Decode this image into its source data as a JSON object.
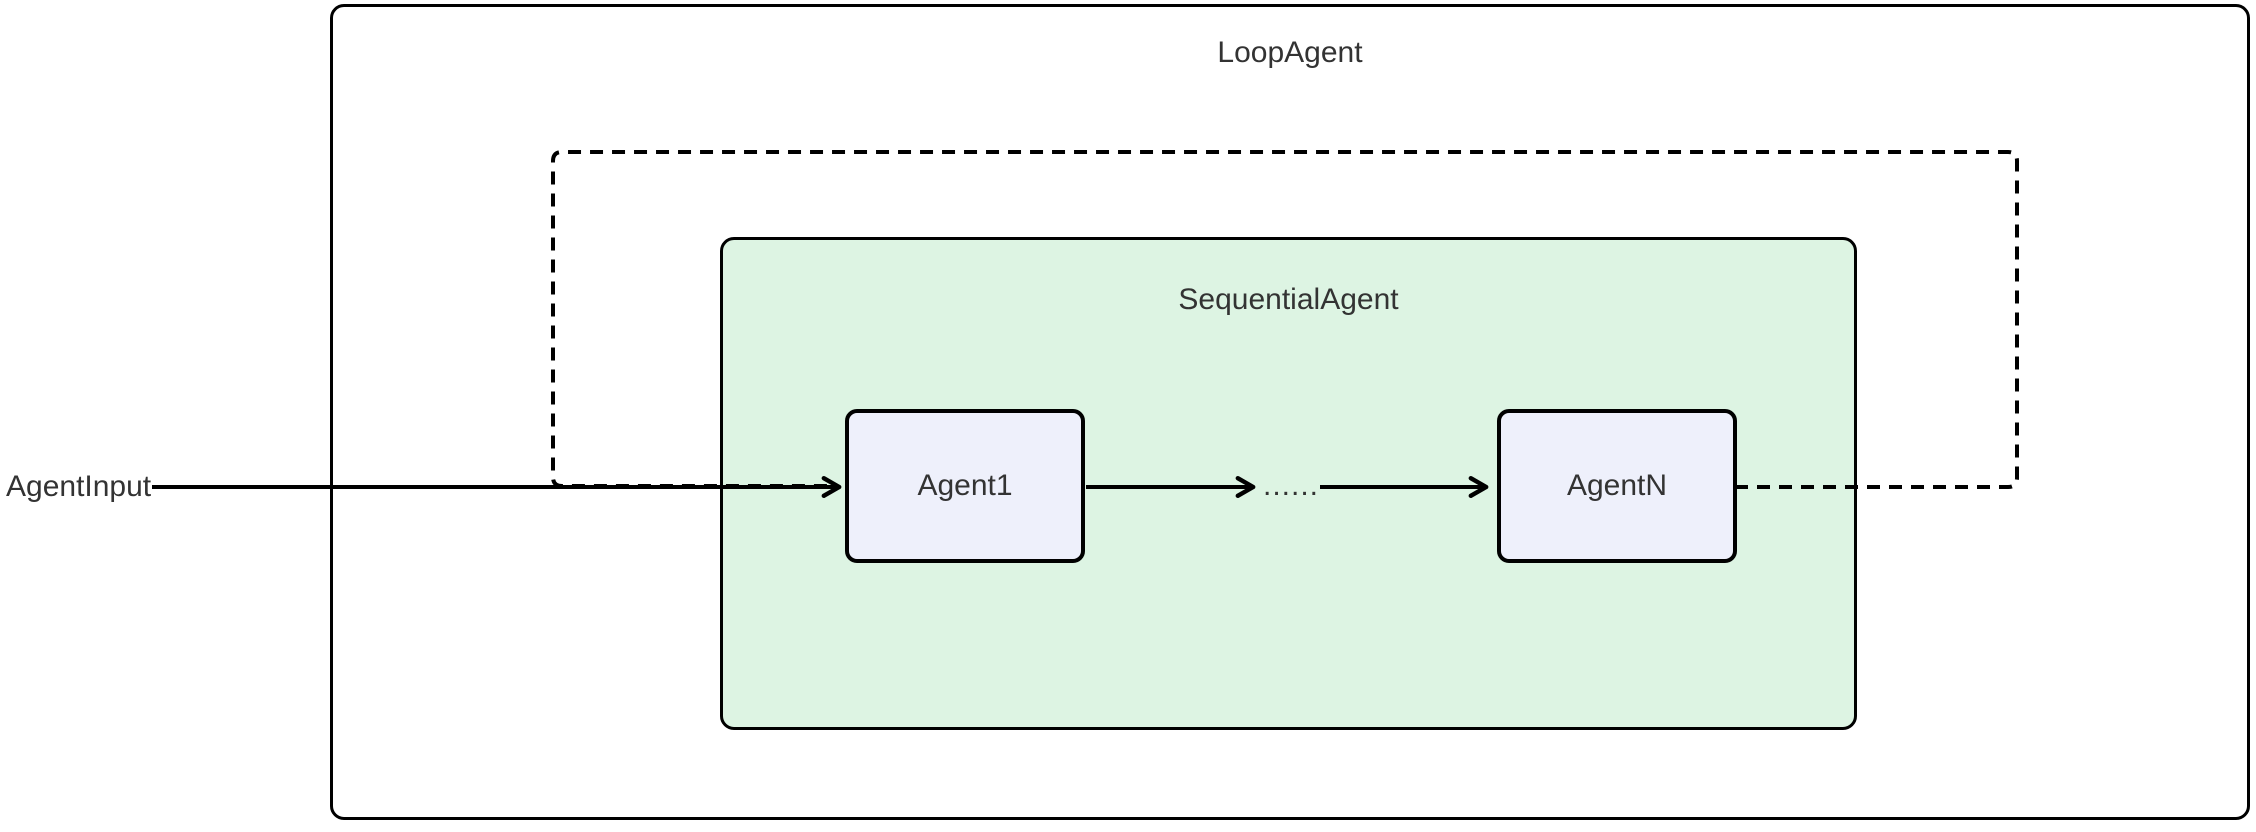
{
  "diagram": {
    "outer": {
      "label": "LoopAgent"
    },
    "sequential": {
      "label": "SequentialAgent"
    },
    "nodes": [
      {
        "id": "agent1",
        "label": "Agent1"
      },
      {
        "id": "agentN",
        "label": "AgentN"
      }
    ],
    "input": {
      "label": "AgentInput"
    },
    "edges": {
      "dots_label": "......",
      "input_to_agent1": "AgentInput -> Agent1 (solid arrow)",
      "agent1_to_dots": "Agent1 -> ...... (solid arrow)",
      "dots_to_agentn": "...... -> AgentN (solid arrow)",
      "loop_back": "AgentN -> Agent1 (dashed loop-back edge)"
    }
  },
  "colors": {
    "canvas": "#ffffff",
    "line": "#000000",
    "sequential_fill": "#ddf4e3",
    "node_fill": "#eef0fb",
    "text": "#333333"
  }
}
